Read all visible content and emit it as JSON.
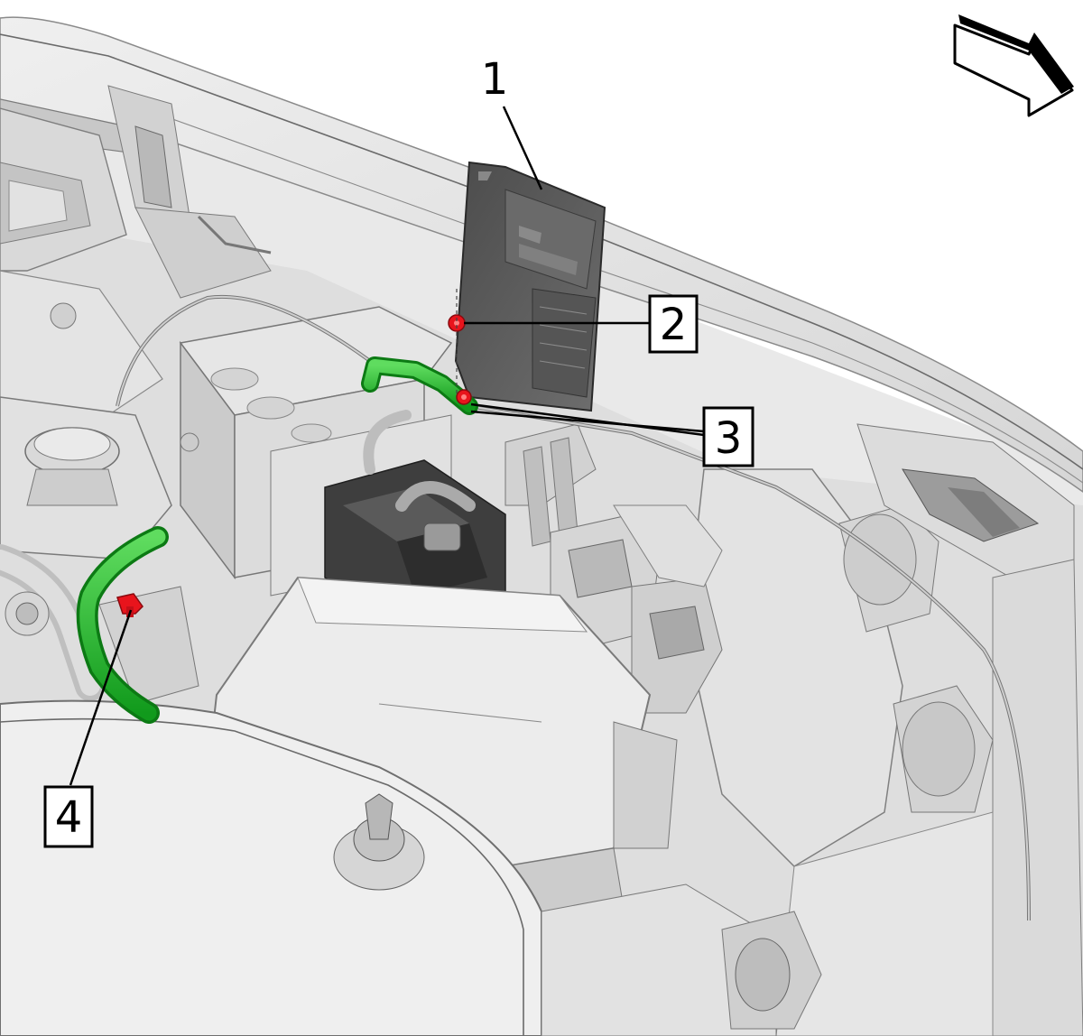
{
  "callouts": [
    {
      "id": "1",
      "label": "1"
    },
    {
      "id": "2",
      "label": "2"
    },
    {
      "id": "3",
      "label": "3"
    },
    {
      "id": "4",
      "label": "4"
    }
  ],
  "colors": {
    "body": "#e6e6e6",
    "body_dark": "#cfcfcf",
    "module": "#5a5a5a",
    "module_light": "#6b6b6b",
    "cable_green": "#1fb32a",
    "fastener_red": "#e8141c",
    "callout_line": "#000000"
  },
  "direction_arrow": {
    "icon": "direction-arrow-icon"
  }
}
